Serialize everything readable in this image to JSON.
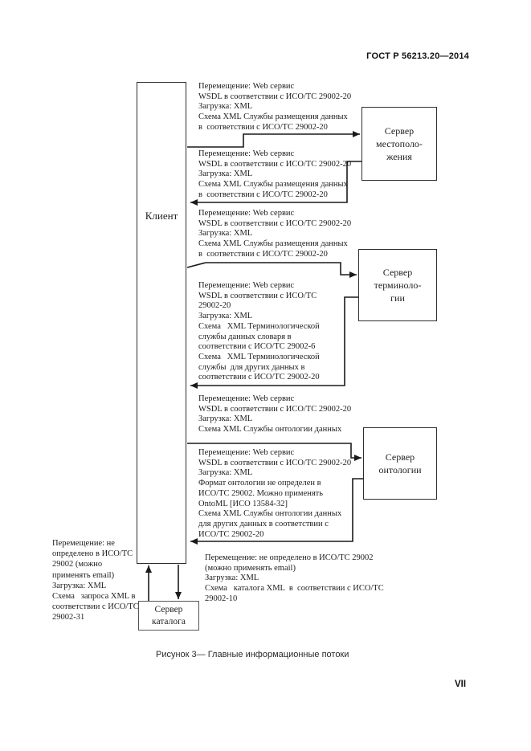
{
  "page": {
    "header": "ГОСТ Р 56213.20—2014",
    "page_number": "VII",
    "caption": "Рисунок 3— Главные информационные потоки"
  },
  "diagram": {
    "client_label": "Клиент",
    "servers": {
      "location": "Сервер\nместополо-\nжения",
      "terminology": "Сервер\nтерминоло-\nгии",
      "ontology": "Сервер\nонтологии",
      "catalog": "Сервер\nкаталога"
    },
    "flows": {
      "to_location": "Перемещение: Web сервис\nWSDL в соответствии с ИСО/ТС 29002-20\nЗагрузка: XML\nСхема XML Службы размещения данных\nв  соответствии с ИСО/ТС 29002-20",
      "from_location": "Перемещение: Web сервис\nWSDL в соответствии с ИСО/ТС 29002-20\nЗагрузка: XML\nСхема XML Службы размещения данных\nв  соответствии с ИСО/ТС 29002-20",
      "to_terminology_intro": "Перемещение: Web сервис\nWSDL в соответствии с ИСО/ТС 29002-20\nЗагрузка: XML\nСхема XML Службы размещения данных\nв  соответствии с ИСО/ТС 29002-20",
      "terminology_detail": "Перемещение: Web сервис\nWSDL в соответствии с ИСО/ТС\n29002-20\nЗагрузка: XML\nСхема   XML Терминологической\nслужбы данных словаря в\nсоответствии с ИСО/ТС 29002-6\nСхема   XML Терминологической\nслужбы  для других данных в\nсоответствии с ИСО/ТС 29002-20",
      "to_ontology": "Перемещение: Web сервис\nWSDL в соответствии с ИСО/ТС 29002-20\nЗагрузка: XML\nСхема XML Службы онтологии данных",
      "ontology_detail": "Перемещение: Web сервис\nWSDL в соответствии с ИСО/ТС 29002-20\nЗагрузка: XML\nФормат онтологии не определен в\nИСО/ТС 29002. Можно применять\nOntoML [ИСО 13584-32]\nСхема XML Службы онтологии данных\nдля других данных в соответствии с\nИСО/ТС 29002-20",
      "catalog_request": "Перемещение: не\nопределено в ИСО/ТС\n29002 (можно\nприменять email)\nЗагрузка: XML\nСхема   запроса XML в\nсоответствии с ИСО/ТС\n29002-31",
      "catalog_response": "Перемещение: не определено в ИСО/ТС 29002\n(можно применять email)\nЗагрузка: XML\nСхема   каталога XML  в  соответствии с ИСО/ТС\n29002-10"
    },
    "line_color": "#1a1a1a"
  }
}
